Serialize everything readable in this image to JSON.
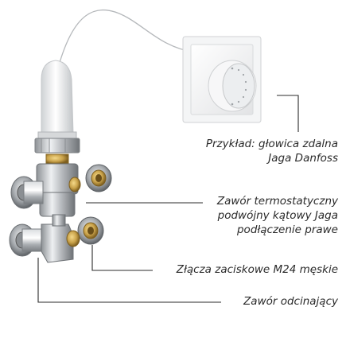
{
  "labels": {
    "example": {
      "line1": "Przykład: głowica zdalna",
      "line2": "Jaga Danfoss"
    },
    "valve": {
      "line1": "Zawór termostatyczny",
      "line2": "podwójny kątowy Jaga",
      "line3": "podłączenie prawe"
    },
    "fittings": "Złącza zaciskowe M24 męskie",
    "shutoff": "Zawór odcinający"
  },
  "colors": {
    "leader_line": "#2b2b2b",
    "text": "#2a2a2a",
    "brass": "#c9a24a",
    "chrome": "#b9bcc0"
  },
  "icons": [
    "remote-thermostat-head-icon",
    "sensor-bulb-icon",
    "capillary-tube-icon",
    "thermostatic-valve-icon",
    "compression-fitting-icon",
    "shutoff-valve-icon"
  ]
}
